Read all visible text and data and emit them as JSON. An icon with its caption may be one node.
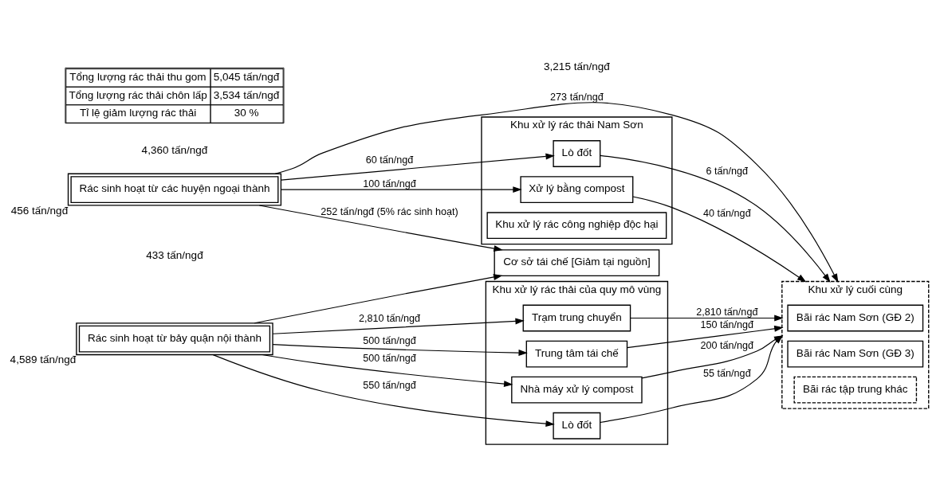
{
  "diagram": {
    "nodes": [
      {
        "text": [
          "Cơ sở tái chế [Giảm tại nguồn]"
        ]
      },
      {
        "text": [
          "Rác sinh hoạt từ các huyện ngoại thành"
        ],
        "beside": [
          "456 tấn/ngđ"
        ]
      },
      {
        "text": [
          "Rác sinh hoạt từ bảy quận nội thành"
        ],
        "beside": [
          "4,589 tấn/ngđ"
        ]
      },
      {
        "text": [
          "Khu xử lý rác thải của quy mô vùng"
        ]
      },
      {
        "text": [
          "Trạm trung chuyển"
        ],
        "in": 3
      },
      {
        "text": [
          "Trung tâm tái chế"
        ],
        "in": 3
      },
      {
        "text": [
          "Nhà máy xử lý compost"
        ],
        "in": 3
      },
      {
        "text": [
          "Lò đốt"
        ],
        "in": 3
      },
      {
        "text": [
          "Khu xử lý rác thải Nam Sơn"
        ]
      },
      {
        "text": [
          "Lò đốt"
        ],
        "in": 8
      },
      {
        "text": [
          "Xử lý bằng compost"
        ],
        "in": 8
      },
      {
        "text": [
          "Khu xử lý rác công nghiệp độc hại"
        ],
        "in": 8
      },
      {
        "text": [
          "Khu xử lý cuối cùng"
        ]
      },
      {
        "text": [
          "Bãi rác Nam Sơn (GĐ 2)"
        ],
        "in": 12
      },
      {
        "text": [
          "Bãi rác Nam Sơn (GĐ 3)"
        ],
        "in": 12
      },
      {
        "text": [
          "Bãi rác tập trung khác"
        ],
        "in": 12
      }
    ],
    "edges": [
      {
        "from": 1,
        "to": 0,
        "arrow": "to",
        "label": "252 tấn/ngđ (5% rác sinh hoạt)"
      },
      {
        "from": 2,
        "to": 0,
        "arrow": "to"
      },
      {
        "from": 1,
        "to": 9,
        "arrow": "to",
        "label": "60 tấn/ngđ"
      },
      {
        "from": 1,
        "to": 10,
        "arrow": "to",
        "label": "100 tấn/ngđ"
      },
      {
        "from": 1,
        "to": 12,
        "arrow": "to",
        "label": "273 tấn/ngđ"
      },
      {
        "from": 2,
        "to": 4,
        "arrow": "to",
        "label": "2,810 tấn/ngđ"
      },
      {
        "from": 2,
        "to": 5,
        "arrow": "to",
        "label": "500 tấn/ngđ"
      },
      {
        "from": 2,
        "to": 6,
        "arrow": "to",
        "label": "500 tấn/ngđ"
      },
      {
        "from": 2,
        "to": 7,
        "arrow": "to",
        "label": "550 tấn/ngđ"
      },
      {
        "from": 4,
        "to": 12,
        "arrow": "to",
        "label": "2,810 tấn/ngđ"
      },
      {
        "from": 5,
        "to": 12,
        "arrow": "to",
        "label": "150 tấn/ngđ"
      },
      {
        "from": 6,
        "to": 12,
        "arrow": "to",
        "label": "200 tấn/ngđ"
      },
      {
        "from": 7,
        "to": 12,
        "arrow": "to",
        "label": "55 tấn/ngđ"
      },
      {
        "from": 10,
        "to": 12,
        "arrow": "to",
        "label": "40 tấn/ngđ"
      },
      {
        "from": 9,
        "to": 12,
        "arrow": "to",
        "label": "6 tấn/ngđ"
      }
    ],
    "labels": [
      "433 tấn/ngđ",
      "4,360 tấn/ngđ",
      "3,215 tấn/ngđ",
      "Tổng lượng rác thải thu gom",
      "5,045 tấn/ngđ",
      "Tổng lượng rác thải chôn lấp",
      "3,534 tấn/ngđ",
      "Tỉ lệ giảm lượng rác thải",
      "30 %"
    ]
  }
}
